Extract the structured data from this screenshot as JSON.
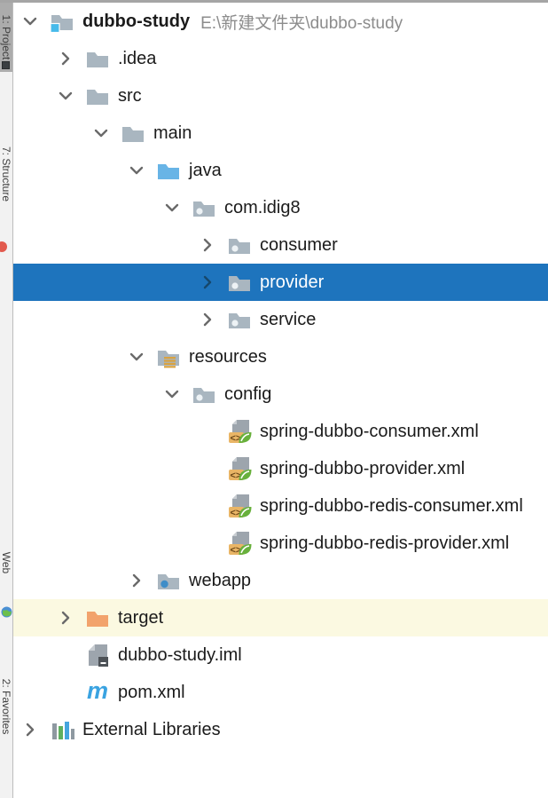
{
  "sidebar": {
    "tabs": [
      {
        "label": "1: Project",
        "active": true,
        "icon": "project-tab-mini-icon"
      },
      {
        "label": "7: Structure",
        "active": false,
        "badge": "red-dot"
      },
      {
        "label": "Web",
        "active": false,
        "icon": "globe-icon"
      },
      {
        "label": "2: Favorites",
        "active": false
      }
    ]
  },
  "colors": {
    "selection_bg": "#1E74BD",
    "excluded_row_bg": "#FBF9E1",
    "folder_gray": "#A9B6C0",
    "java_folder_blue": "#68B4E6",
    "project_square_cyan": "#47BAEA",
    "excluded_folder_orange": "#F2A36C",
    "resources_lines_orange": "#D9A23F",
    "webapp_dot_blue": "#3E8DC8",
    "maven_blue": "#3AA3E1",
    "spring_leaf_green": "#68B03C",
    "xml_badge_orange": "#E9B566",
    "error_badge_red": "#E25A4E"
  },
  "tree": {
    "rows": [
      {
        "label": "dubbo-study",
        "suffix": "E:\\新建文件夹\\dubbo-study",
        "level": 0,
        "chevron": "down",
        "icon": "project-folder-icon",
        "bold": true,
        "state": "none"
      },
      {
        "label": ".idea",
        "level": 1,
        "chevron": "right",
        "icon": "folder-icon",
        "bold": false,
        "state": "none"
      },
      {
        "label": "src",
        "level": 1,
        "chevron": "down",
        "icon": "folder-icon",
        "bold": false,
        "state": "none"
      },
      {
        "label": "main",
        "level": 2,
        "chevron": "down",
        "icon": "folder-icon",
        "bold": false,
        "state": "none"
      },
      {
        "label": "java",
        "level": 3,
        "chevron": "down",
        "icon": "java-source-folder-icon",
        "bold": false,
        "state": "none"
      },
      {
        "label": "com.idig8",
        "level": 4,
        "chevron": "down",
        "icon": "package-folder-icon",
        "bold": false,
        "state": "none"
      },
      {
        "label": "consumer",
        "level": 5,
        "chevron": "right",
        "icon": "package-folder-icon",
        "bold": false,
        "state": "none"
      },
      {
        "label": "provider",
        "level": 5,
        "chevron": "right",
        "icon": "package-folder-icon",
        "bold": false,
        "state": "selected"
      },
      {
        "label": "service",
        "level": 5,
        "chevron": "right",
        "icon": "package-folder-icon",
        "bold": false,
        "state": "none"
      },
      {
        "label": "resources",
        "level": 3,
        "chevron": "down",
        "icon": "resources-folder-icon",
        "bold": false,
        "state": "none"
      },
      {
        "label": "config",
        "level": 4,
        "chevron": "down",
        "icon": "package-folder-icon",
        "bold": false,
        "state": "none"
      },
      {
        "label": "spring-dubbo-consumer.xml",
        "level": 5,
        "chevron": "none",
        "icon": "spring-xml-file-icon",
        "bold": false,
        "state": "none"
      },
      {
        "label": "spring-dubbo-provider.xml",
        "level": 5,
        "chevron": "none",
        "icon": "spring-xml-file-icon",
        "bold": false,
        "state": "none"
      },
      {
        "label": "spring-dubbo-redis-consumer.xml",
        "level": 5,
        "chevron": "none",
        "icon": "spring-xml-file-icon",
        "bold": false,
        "state": "none"
      },
      {
        "label": "spring-dubbo-redis-provider.xml",
        "level": 5,
        "chevron": "none",
        "icon": "spring-xml-file-icon",
        "bold": false,
        "state": "none"
      },
      {
        "label": "webapp",
        "level": 3,
        "chevron": "right",
        "icon": "webapp-folder-icon",
        "bold": false,
        "state": "none"
      },
      {
        "label": "target",
        "level": 1,
        "chevron": "right",
        "icon": "excluded-folder-icon",
        "bold": false,
        "state": "excluded"
      },
      {
        "label": "dubbo-study.iml",
        "level": 1,
        "chevron": "none",
        "icon": "iml-file-icon",
        "bold": false,
        "state": "none"
      },
      {
        "label": "pom.xml",
        "level": 1,
        "chevron": "none",
        "icon": "maven-icon",
        "bold": false,
        "state": "none"
      },
      {
        "label": "External Libraries",
        "level": 0,
        "chevron": "right",
        "icon": "external-libraries-icon",
        "bold": false,
        "state": "none"
      }
    ]
  }
}
